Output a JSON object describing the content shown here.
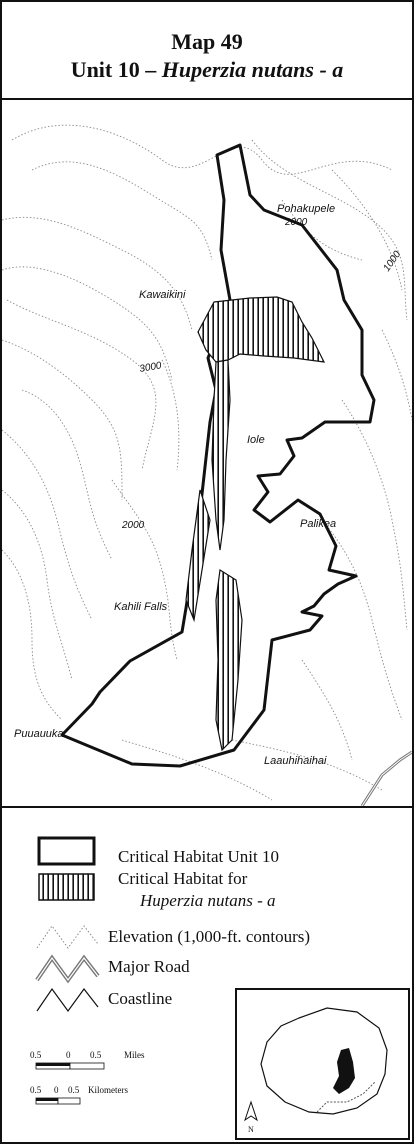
{
  "header": {
    "title": "Map 49",
    "subtitle_prefix": "Unit 10 – ",
    "subtitle_species": "Huperzia nutans - a"
  },
  "map_labels": {
    "pohakupele": "Pohakupele",
    "kawaikini": "Kawaikini",
    "iole": "Iole",
    "palikea": "Palikea",
    "kahili_falls": "Kahili Falls",
    "puuauuka": "Puuauuka",
    "laauhihaihai": "Laauhihaihai"
  },
  "contour_labels": {
    "c2000_top": "2000",
    "c1000": "1000",
    "c3000": "3000",
    "c2000_left": "2000"
  },
  "legend": {
    "unit_label": "Critical Habitat Unit 10",
    "huperzia_label_1": "Critical Habitat for",
    "huperzia_label_2": "Huperzia nutans - a",
    "elevation_label": "Elevation (1,000-ft. contours)",
    "road_label": "Major Road",
    "coast_label": "Coastline"
  },
  "scale": {
    "miles": [
      "0.5",
      "0",
      "0.5",
      "Miles"
    ],
    "km": [
      "0.5",
      "0",
      "0.5",
      "Kilometers"
    ]
  },
  "inset": {
    "north": "N"
  },
  "colors": {
    "ink": "#111111",
    "contour": "#8a8a8a",
    "road": "#777777",
    "paper": "#ffffff"
  }
}
